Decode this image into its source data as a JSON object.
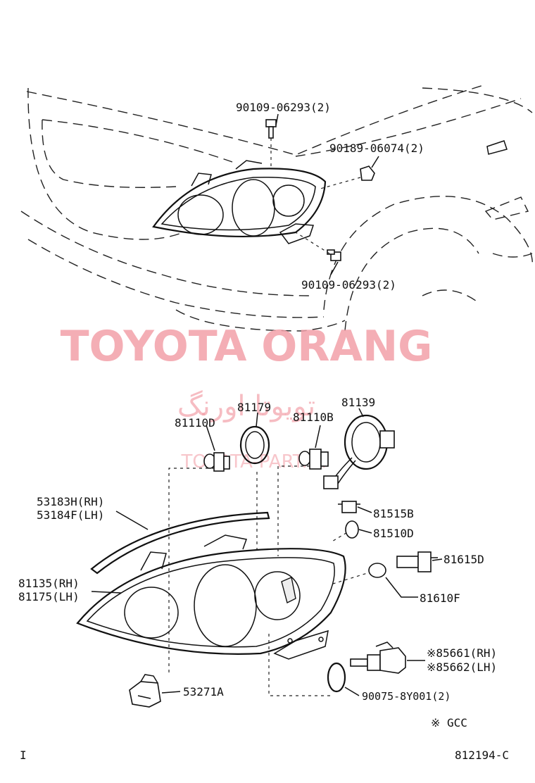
{
  "watermark": {
    "main": "TOYOTA ORANG",
    "arabic": "تویوتا اورنگ",
    "sub": "TOYOTA-PART.IR"
  },
  "top_labels": {
    "screw_top": "90109-06293(2)",
    "clip": "90189-06074(2)",
    "screw_bottom": "90109-06293(2)"
  },
  "parts": [
    {
      "id": "81179",
      "text": "81179"
    },
    {
      "id": "81139",
      "text": "81139"
    },
    {
      "id": "81110d",
      "text": "81110D"
    },
    {
      "id": "81110b",
      "text": "81110B"
    },
    {
      "id": "53183h",
      "text": "53183H(RH)"
    },
    {
      "id": "53184f",
      "text": "53184F(LH)"
    },
    {
      "id": "81515b",
      "text": "81515B"
    },
    {
      "id": "81510d",
      "text": "81510D"
    },
    {
      "id": "81615d",
      "text": "81615D"
    },
    {
      "id": "81135",
      "text": "81135(RH)"
    },
    {
      "id": "81175",
      "text": "81175(LH)"
    },
    {
      "id": "81610f",
      "text": "81610F"
    },
    {
      "id": "85661",
      "text": "※85661(RH)"
    },
    {
      "id": "85662",
      "text": "※85662(LH)"
    },
    {
      "id": "53271a",
      "text": "53271A"
    },
    {
      "id": "90075",
      "text": "90075-8Y001(2)"
    }
  ],
  "note": "※ GCC",
  "footer": {
    "left": "I",
    "right": "812194-C"
  }
}
